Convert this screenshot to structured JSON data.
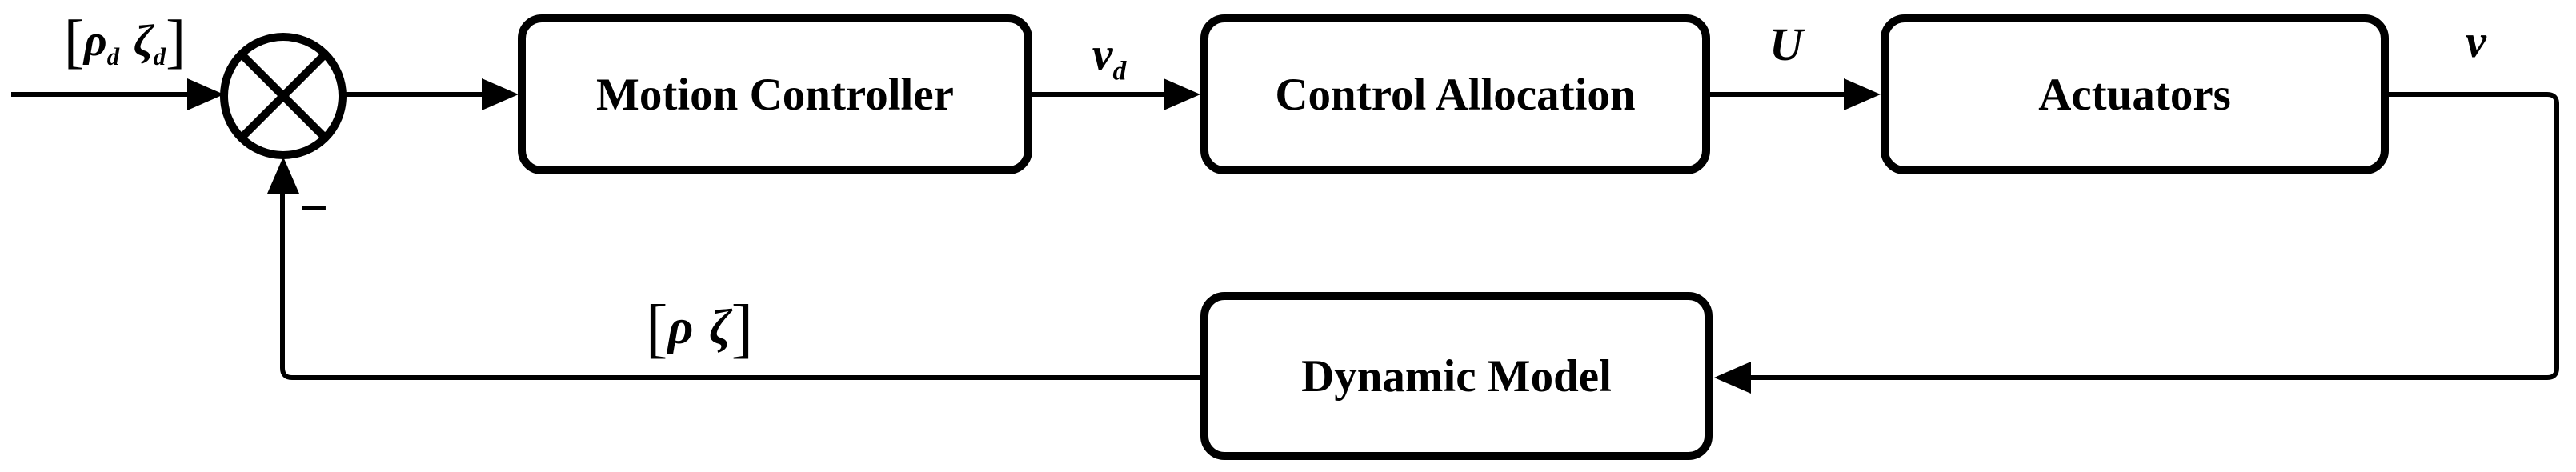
{
  "colors": {
    "ink": "#000000",
    "paper": "#ffffff"
  },
  "diagram": {
    "title": "motion-control feedback loop",
    "sum_junction": {
      "sign": "−"
    },
    "input_label": {
      "open": "[",
      "sym1": "ρ",
      "sub1": "d",
      "sym2": "ζ",
      "sub2": "d",
      "close": "]"
    },
    "feedback_label": {
      "open": "[",
      "sym1": "ρ",
      "sym2": "ζ",
      "close": "]"
    },
    "blocks": [
      {
        "label": "Motion Controller"
      },
      {
        "label": "Control Allocation"
      },
      {
        "label": "Actuators"
      },
      {
        "label": "Dynamic Model"
      }
    ],
    "signals": [
      {
        "main": "v",
        "sub": "d"
      },
      {
        "main": "U",
        "sub": ""
      },
      {
        "main": "v",
        "sub": ""
      }
    ]
  }
}
